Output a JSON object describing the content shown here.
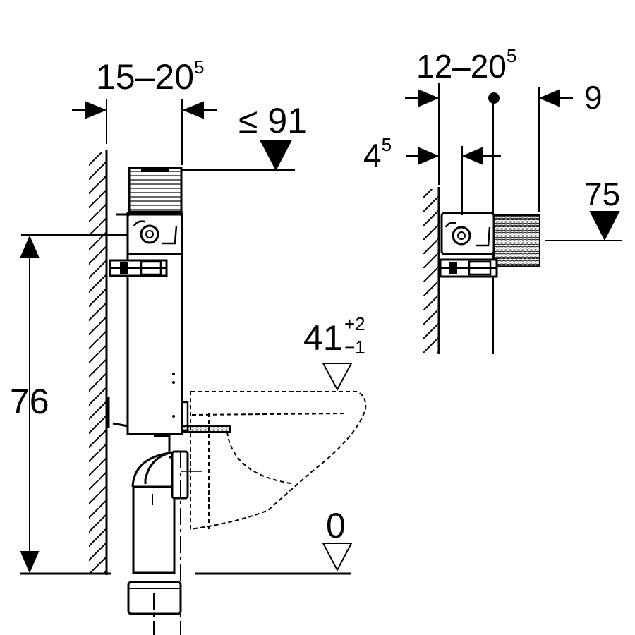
{
  "dimensions": {
    "d1_main": "15–20",
    "d1_sup": "5",
    "d2": "≤ 91",
    "d3_main": "12–20",
    "d3_sup": "5",
    "d4": "9",
    "d5_main": "4",
    "d5_sup": "5",
    "d6": "75",
    "d7": "76",
    "d8_main": "41",
    "d8_sup": "+2",
    "d8_sub": "−1",
    "d9": "0"
  }
}
